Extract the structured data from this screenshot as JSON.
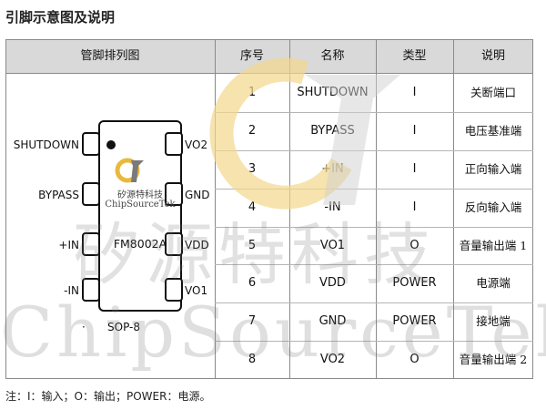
{
  "title": "引脚示意图及说明",
  "table": {
    "headers": [
      "管脚排列图",
      "序号",
      "名称",
      "类型",
      "说明"
    ],
    "rows": [
      {
        "no": "1",
        "name": "SHUTDOWN",
        "type": "I",
        "desc": "关断端口"
      },
      {
        "no": "2",
        "name": "BYPASS",
        "type": "I",
        "desc": "电压基准端"
      },
      {
        "no": "3",
        "name": "+IN",
        "type": "I",
        "desc": "正向输入端"
      },
      {
        "no": "4",
        "name": "-IN",
        "type": "I",
        "desc": "反向输入端"
      },
      {
        "no": "5",
        "name": "VO1",
        "type": "O",
        "desc": "音量输出端 1"
      },
      {
        "no": "6",
        "name": "VDD",
        "type": "POWER",
        "desc": "电源端"
      },
      {
        "no": "7",
        "name": "GND",
        "type": "POWER",
        "desc": "接地端"
      },
      {
        "no": "8",
        "name": "VO2",
        "type": "O",
        "desc": "音量输出端 2"
      }
    ]
  },
  "chip": {
    "left_pins": [
      "SHUTDOWN",
      "BYPASS",
      "+IN",
      "-IN"
    ],
    "right_pins": [
      "VO2",
      "GND",
      "VDD",
      "VO1"
    ],
    "logo_text_cn": "矽源特科技",
    "logo_text_en": "ChipSourceTek",
    "part_number": "FM8002A",
    "package": "SOP-8",
    "dot": "·"
  },
  "watermark": {
    "cn": "矽源特科技",
    "en": "ChipSourceTek",
    "logo_color": "#f2d78a"
  },
  "note": "注：I：输入；O：输出；POWER：电源。"
}
